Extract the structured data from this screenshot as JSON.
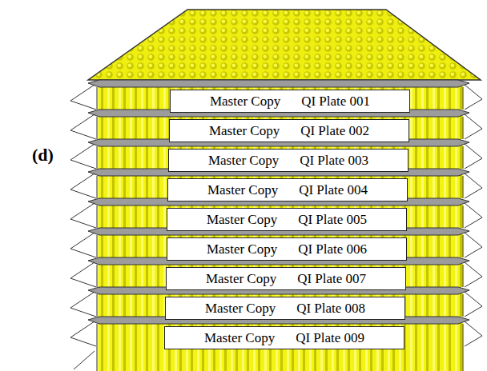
{
  "diagram": {
    "nodes": [
      {
        "text": [
          "Master Copy",
          "QI Plate 001"
        ]
      },
      {
        "text": [
          "Master Copy",
          "QI Plate 002"
        ]
      },
      {
        "text": [
          "Master Copy",
          "QI Plate 003"
        ]
      },
      {
        "text": [
          "Master Copy",
          "QI Plate 004"
        ]
      },
      {
        "text": [
          "Master Copy",
          "QI Plate 005"
        ]
      },
      {
        "text": [
          "Master Copy",
          "QI Plate 006"
        ]
      },
      {
        "text": [
          "Master Copy",
          "QI Plate 007"
        ]
      },
      {
        "text": [
          "Master Copy",
          "QI Plate 008"
        ]
      },
      {
        "text": [
          "Master Copy",
          "QI Plate 009"
        ]
      }
    ],
    "labels": [
      "(d)"
    ]
  }
}
